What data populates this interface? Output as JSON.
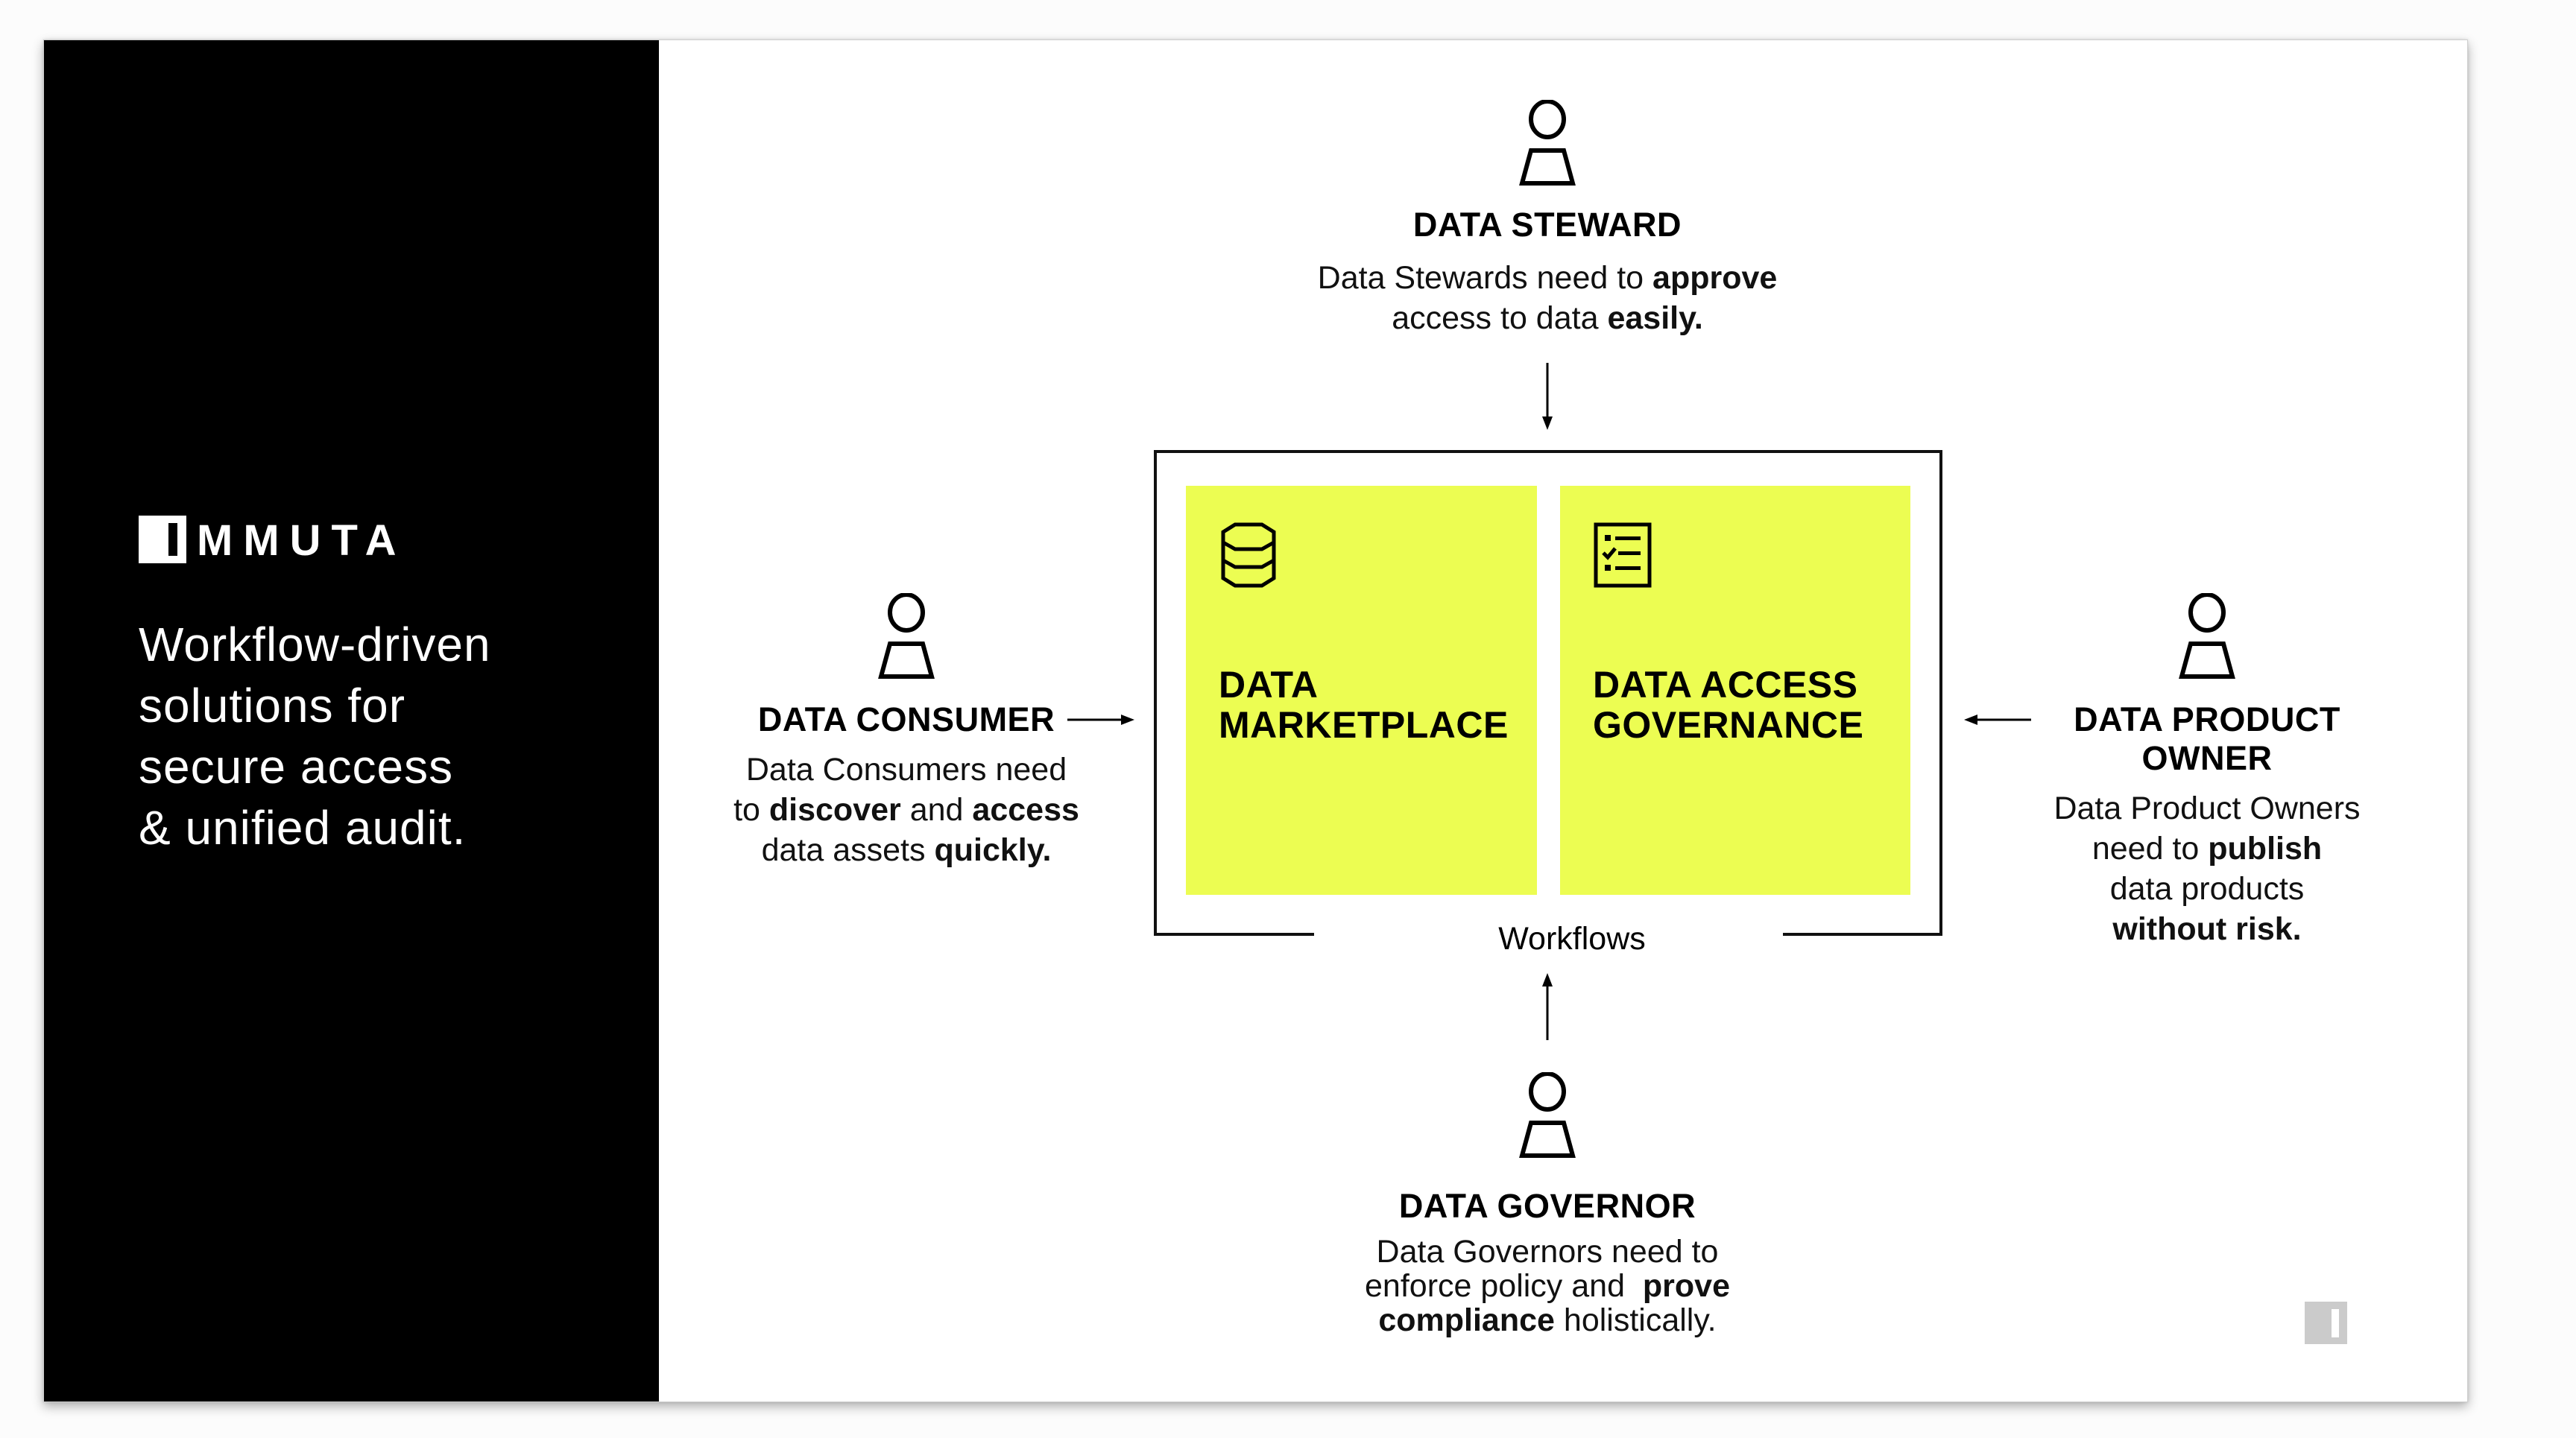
{
  "brand": {
    "name": "IMMUTA",
    "logo_icon": "immuta-logo-mark",
    "tagline_lines": [
      "Workflow-driven",
      "solutions for",
      "secure access",
      "& unified audit."
    ]
  },
  "colors": {
    "panel": "#000000",
    "accent_yellow": "#ecfd52",
    "text": "#000000",
    "background": "#ffffff"
  },
  "center": {
    "workflows_label": "Workflows",
    "cards": [
      {
        "icon": "database-icon",
        "title_lines": [
          "DATA",
          "MARKETPLACE"
        ]
      },
      {
        "icon": "checklist-icon",
        "title_lines": [
          "DATA ACCESS",
          "GOVERNANCE"
        ]
      }
    ]
  },
  "roles": {
    "steward": {
      "icon": "person-icon",
      "title_lines": [
        "DATA STEWARD"
      ],
      "desc_lines": [
        [
          {
            "t": "Data Stewards need to "
          },
          {
            "t": "approve",
            "b": true
          }
        ],
        [
          {
            "t": "access to data "
          },
          {
            "t": "easily.",
            "b": true
          }
        ]
      ]
    },
    "consumer": {
      "icon": "person-icon",
      "title_lines": [
        "DATA CONSUMER"
      ],
      "desc_lines": [
        [
          {
            "t": "Data Consumers need"
          }
        ],
        [
          {
            "t": "to "
          },
          {
            "t": "discover",
            "b": true
          },
          {
            "t": " and "
          },
          {
            "t": "access",
            "b": true
          }
        ],
        [
          {
            "t": "data assets "
          },
          {
            "t": "quickly.",
            "b": true
          }
        ]
      ]
    },
    "product_owner": {
      "icon": "person-icon",
      "title_lines": [
        "DATA PRODUCT",
        "OWNER"
      ],
      "desc_lines": [
        [
          {
            "t": "Data Product Owners"
          }
        ],
        [
          {
            "t": "need to "
          },
          {
            "t": "publish",
            "b": true
          }
        ],
        [
          {
            "t": "data products"
          }
        ],
        [
          {
            "t": "without risk.",
            "b": true
          }
        ]
      ]
    },
    "governor": {
      "icon": "person-icon",
      "title_lines": [
        "DATA GOVERNOR"
      ],
      "desc_lines": [
        [
          {
            "t": "Data Governors need to"
          }
        ],
        [
          {
            "t": "enforce policy and  "
          },
          {
            "t": "prove",
            "b": true
          }
        ],
        [
          {
            "t": "compliance",
            "b": true
          },
          {
            "t": " holistically."
          }
        ]
      ]
    }
  },
  "footer": {
    "corner_icon": "immuta-logo-mark"
  }
}
